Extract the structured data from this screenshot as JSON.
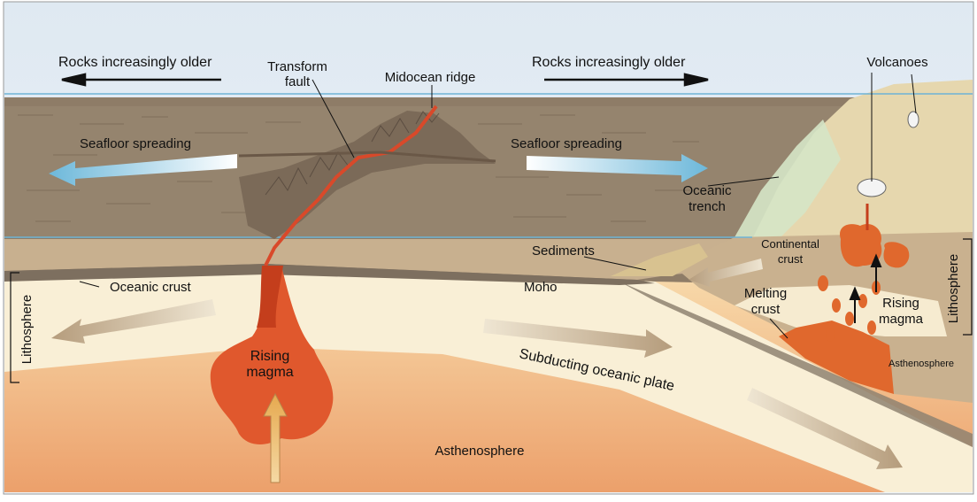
{
  "labels": {
    "rocks_older_left": "Rocks increasingly older",
    "rocks_older_right": "Rocks increasingly older",
    "transform_fault_1": "Transform",
    "transform_fault_2": "fault",
    "midocean_ridge": "Midocean ridge",
    "volcanoes": "Volcanoes",
    "seafloor_spreading_left": "Seafloor spreading",
    "seafloor_spreading_right": "Seafloor spreading",
    "oceanic_trench_1": "Oceanic",
    "oceanic_trench_2": "trench",
    "sediments": "Sediments",
    "continental_crust_1": "Continental",
    "continental_crust_2": "crust",
    "oceanic_crust": "Oceanic crust",
    "moho": "Moho",
    "melting_crust_1": "Melting",
    "melting_crust_2": "crust",
    "rising_magma_right_1": "Rising",
    "rising_magma_right_2": "magma",
    "lithosphere_right": "Lithosphere",
    "lithosphere_left": "Lithosphere",
    "rising_magma_center_1": "Rising",
    "rising_magma_center_2": "magma",
    "subducting_plate": "Subducting oceanic plate",
    "asthenosphere_small": "Asthenosphere",
    "asthenosphere_main": "Asthenosphere"
  },
  "colors": {
    "sky": "#e4edf4",
    "sea_line": "#6fb3d6",
    "seafloor": "#8d7a65",
    "seafloor_light": "#a8957f",
    "crust_band": "#c9b191",
    "lithosphere": "#f9efd6",
    "asthenosphere_top": "#f7d7a6",
    "asthenosphere_bottom": "#eea06a",
    "magma": "#e0582d",
    "magma_dark": "#c43e1c",
    "land": "#e7d9b0",
    "land_green": "#d9e8c4",
    "spread_arrow": "#8ac7e0",
    "arrow_tan": "#cdb79b"
  }
}
